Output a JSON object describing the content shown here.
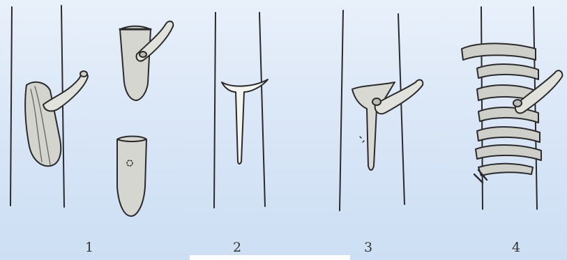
{
  "colors": {
    "background_top": "#e8f0fa",
    "background_bottom": "#cddff4",
    "ink": "#2a2a2a",
    "wood": "#d9d9d4",
    "bark_shade": "#a9a9a4"
  },
  "steps": [
    {
      "label": "1"
    },
    {
      "label": "2"
    },
    {
      "label": "3"
    },
    {
      "label": "4"
    }
  ]
}
